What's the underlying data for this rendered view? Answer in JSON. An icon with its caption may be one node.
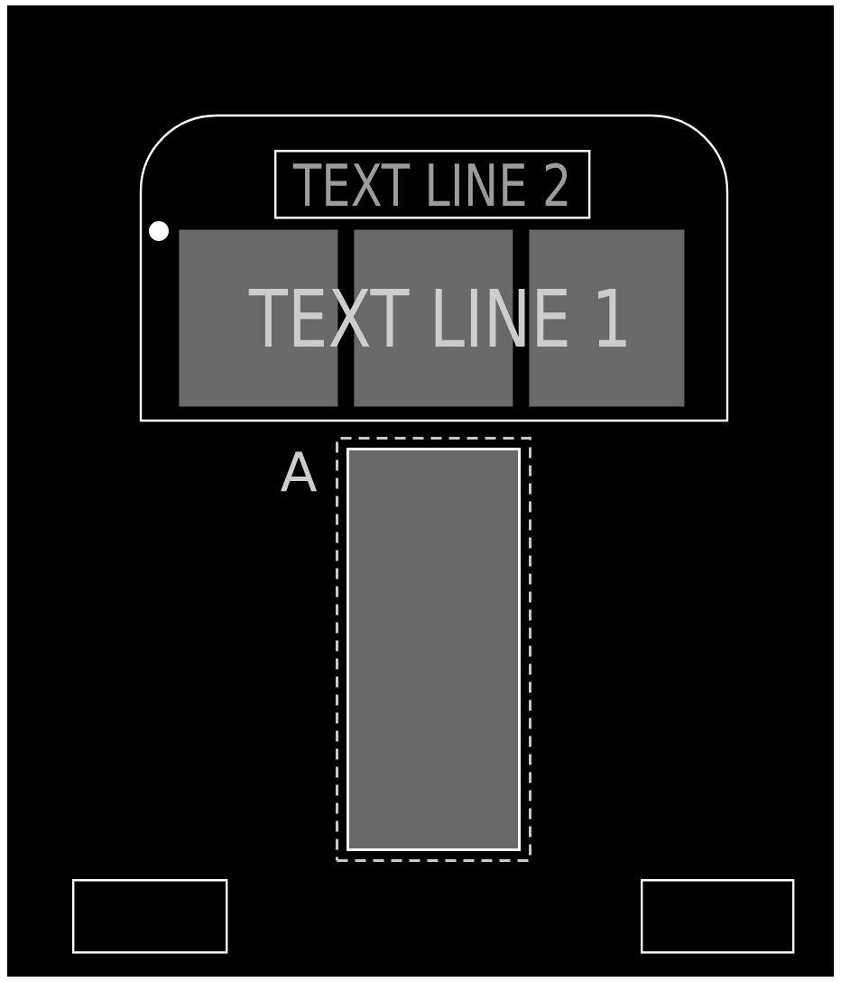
{
  "diagram": {
    "nodes": [
      {
        "text": [],
        "shape": "box"
      },
      {
        "text": [
          "TEXT LINE 2"
        ],
        "in": 0
      },
      {
        "text": [],
        "shape": "box",
        "in": 0
      },
      {
        "text": [],
        "shape": "box",
        "in": 0
      },
      {
        "text": [],
        "shape": "box",
        "in": 0
      },
      {
        "text": [],
        "shape": "box",
        "beside": [
          "A"
        ]
      },
      {
        "text": [],
        "shape": "box",
        "in": 5
      },
      {
        "text": [],
        "shape": "box"
      },
      {
        "text": [],
        "shape": "box"
      }
    ],
    "labels": [
      "TEXT LINE 1"
    ]
  }
}
